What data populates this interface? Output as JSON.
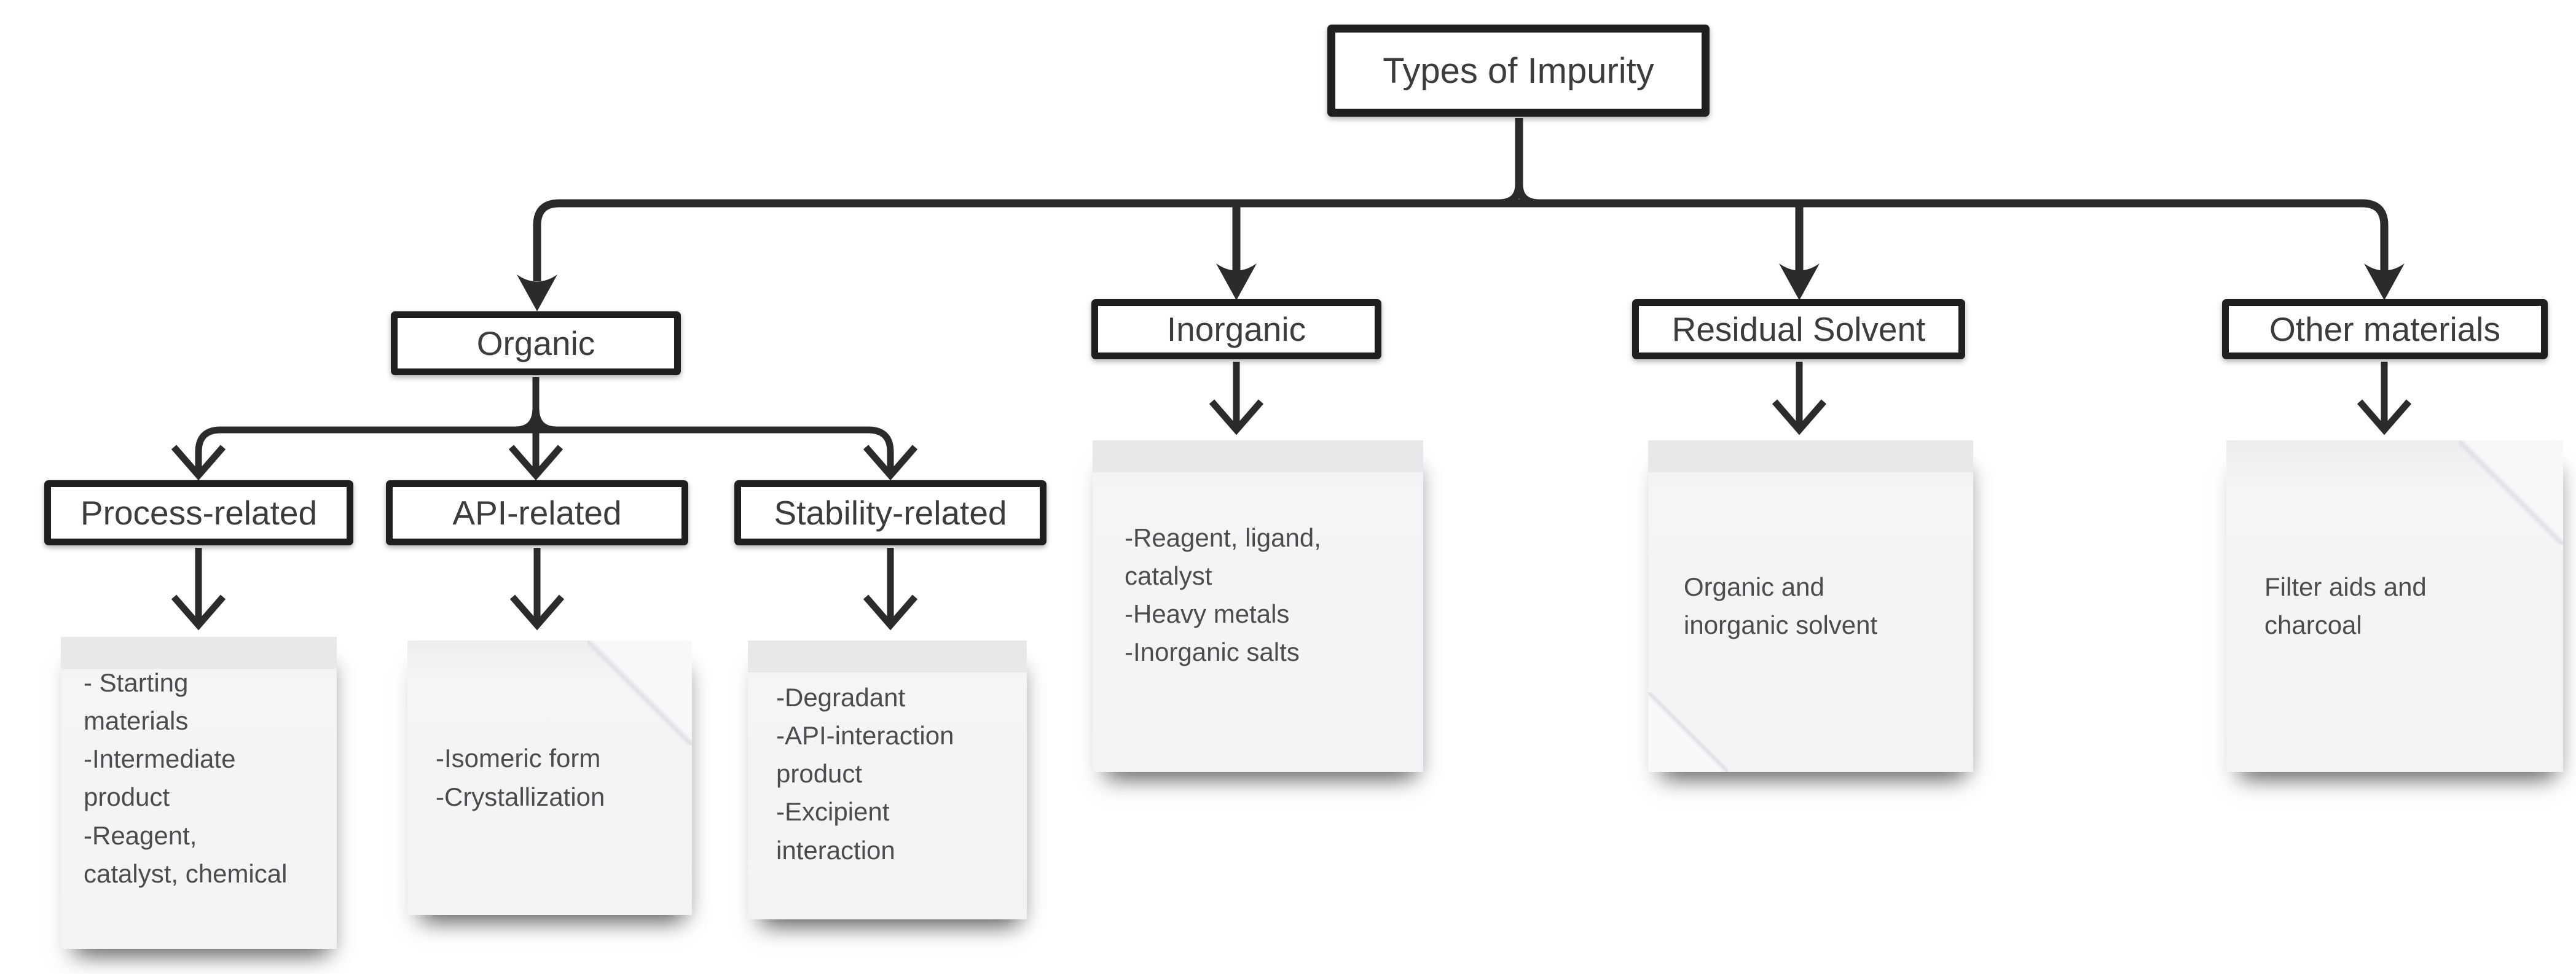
{
  "title": "Types of Impurity",
  "level1": {
    "organic": "Organic",
    "inorganic": "Inorganic",
    "residual_solvent": "Residual Solvent",
    "other_materials": "Other materials"
  },
  "level2": {
    "process_related": "Process-related",
    "api_related": "API-related",
    "stability_related": "Stability-related"
  },
  "notes": {
    "process_related": [
      "- Starting materials",
      "-Intermediate product",
      "-Reagent, catalyst, chemical"
    ],
    "api_related": [
      "-Isomeric form",
      "-Crystallization"
    ],
    "stability_related": [
      "-Degradant",
      "-API-interaction product",
      "-Excipient interaction"
    ],
    "inorganic": [
      "-Reagent, ligand, catalyst",
      "-Heavy metals",
      "-Inorganic salts"
    ],
    "residual_solvent": [
      "Organic and inorganic solvent"
    ],
    "other_materials": [
      "Filter aids and charcoal"
    ]
  },
  "colors": {
    "line": "#2b2b2b",
    "box_border": "#1f1f1f",
    "box_text": "#3c3c3c",
    "note_background": "#f3f3f5",
    "note_text": "#4c4c4c",
    "background": "#ffffff"
  }
}
